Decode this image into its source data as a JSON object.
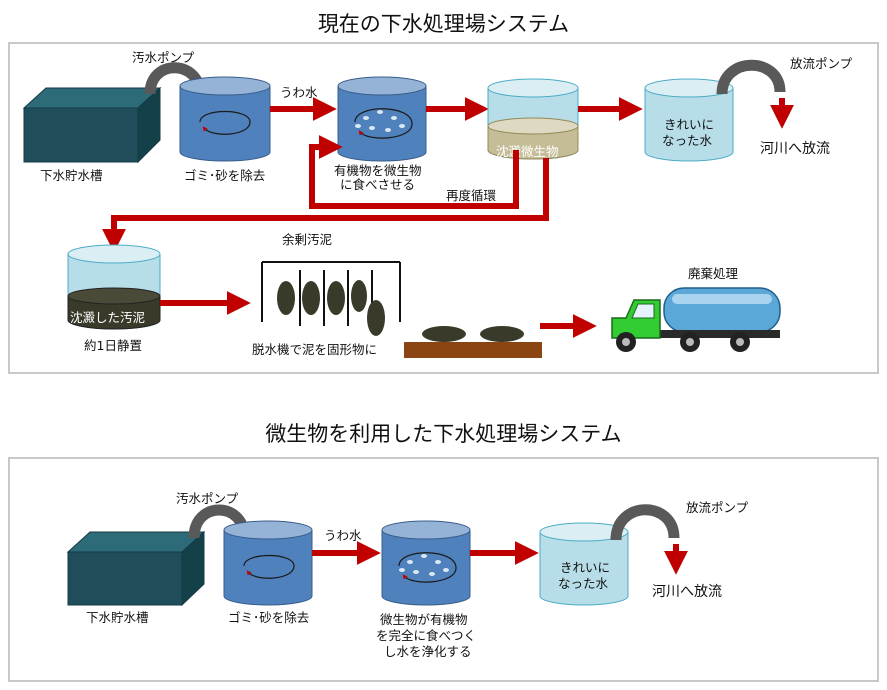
{
  "top": {
    "title": "現在の下水処理場システム",
    "labels": {
      "sewage_pump": "汚水ポンプ",
      "supernatant": "うわ水",
      "discharge_pump": "放流ポンプ",
      "storage_tank": "下水貯水槽",
      "remove_debris": "ゴミ･砂を除去",
      "microbe_line1": "有機物を微生物",
      "microbe_line2": "に食べさせる",
      "settled_microbes": "沈澱微生物",
      "clean_line1": "きれいに",
      "clean_line2": "なった水",
      "river_discharge": "河川へ放流",
      "recirculation": "再度循環",
      "excess_sludge": "余剰汚泥",
      "settled_sludge": "沈澱した汚泥",
      "one_day": "約1日静置",
      "dehydrator": "脱水機で泥を固形物に",
      "disposal": "廃棄処理"
    }
  },
  "bottom": {
    "title": "微生物を利用した下水処理場システム",
    "labels": {
      "sewage_pump": "汚水ポンプ",
      "supernatant": "うわ水",
      "discharge_pump": "放流ポンプ",
      "storage_tank": "下水貯水槽",
      "remove_debris": "ゴミ･砂を除去",
      "microbe_line1": "微生物が有機物",
      "microbe_line2": "を完全に食べつく",
      "microbe_line3": "し水を浄化する",
      "clean_line1": "きれいに",
      "clean_line2": "なった水",
      "river_discharge": "河川へ放流"
    }
  },
  "colors": {
    "arrow": "#c00000",
    "tank": "#1f4e5a",
    "water_blue": "#4f81bd",
    "water_light": "#b7dde8",
    "pipe": "#595959",
    "sludge": "#3a3a2a",
    "microbe": "#c4bd97",
    "ground": "#8b4513",
    "truck_green": "#33cc33"
  }
}
